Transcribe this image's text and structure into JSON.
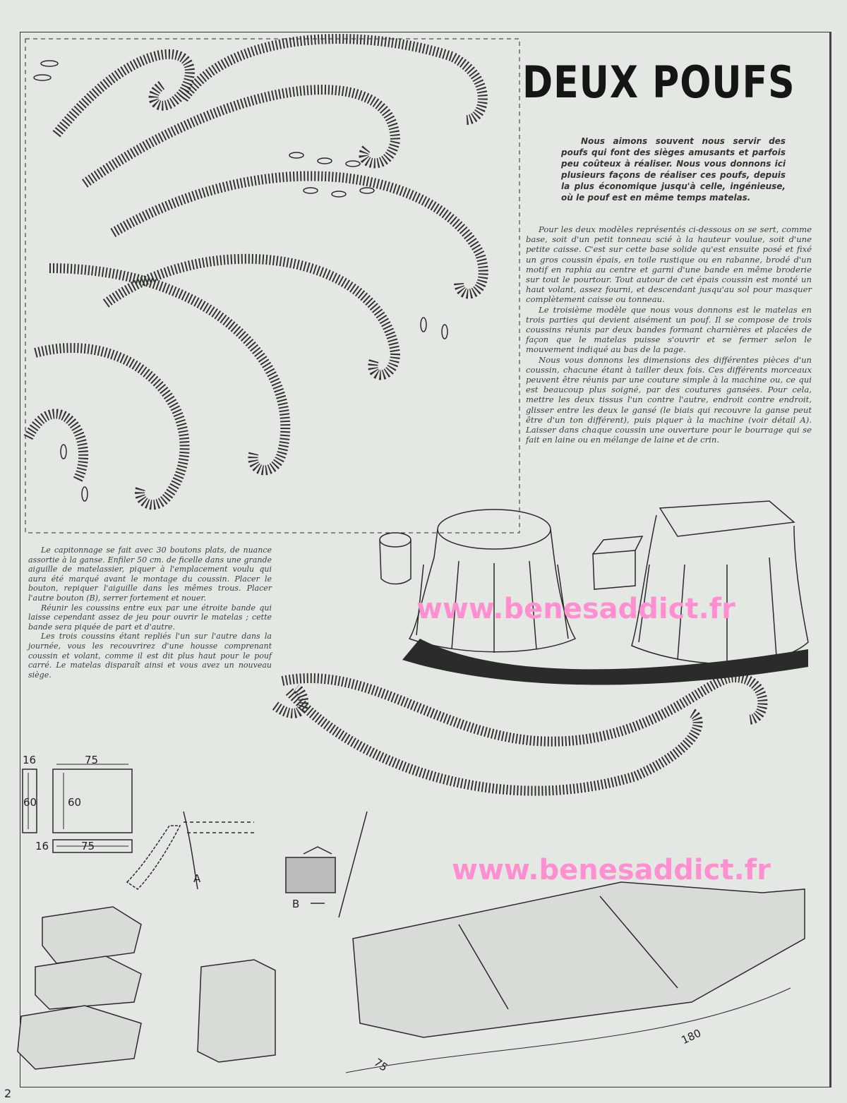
{
  "title": "DEUX POUFS",
  "intro": "Nous aimons souvent nous servir des poufs qui font des sièges amusants et parfois peu coûteux à réaliser. Nous vous donnons ici plusieurs façons de réaliser ces poufs, depuis la plus économique jusqu'à celle, ingénieuse, où le pouf est en même temps matelas.",
  "body": [
    "Pour les deux modèles représentés ci-dessous on se sert, comme base, soit d'un petit tonneau scié à la hauteur voulue, soit d'une petite caisse. C'est sur cette base solide qu'est ensuite posé et fixé un gros coussin épais, en toile rustique ou en rabanne, brodé d'un motif en raphia au centre et garni d'une bande en même broderie sur tout le pourtour. Tout autour de cet épais coussin est monté un haut volant, assez fourni, et descendant jusqu'au sol pour masquer complètement caisse ou tonneau.",
    "Le troisième modèle que nous vous donnons est le matelas en trois parties qui devient aisément un pouf. Il se compose de trois coussins réunis par deux bandes formant charnières et placées de façon que le matelas puisse s'ouvrir et se fermer selon le mouvement indiqué au bas de la page.",
    "Nous vous donnons les dimensions des différentes pièces d'un coussin, chacune étant à tailler deux fois. Ces différents morceaux peuvent être réunis par une couture simple à la machine ou, ce qui est beaucoup plus soigné, par des coutures gansées. Pour cela, mettre les deux tissus l'un contre l'autre, endroit contre endroit, glisser entre les deux le gansé (le biais qui recouvre la ganse peut être d'un ton différent), puis piquer à la machine (voir détail A). Laisser dans chaque coussin une ouverture pour le bourrage qui se fait en laine ou en mélange de laine et de crin."
  ],
  "left_text": [
    "Le capitonnage se fait avec 30 boutons plats, de nuance assortie à la ganse. Enfiler 50 cm. de ficelle dans une grande aiguille de matelassier, piquer à l'emplacement voulu qui aura été marqué avant le montage du coussin. Placer le bouton, repiquer l'aiguille dans les mêmes trous. Placer l'autre bouton (B), serrer fortement et nouer.",
    "Réunir les coussins entre eux par une étroite bande qui laisse cependant assez de jeu pour ouvrir le matelas ; cette bande sera piquée de part et d'autre.",
    "Les trois coussins étant repliés l'un sur l'autre dans la journée, vous les recouvrirez d'une housse comprenant coussin et volant, comme il est dit plus haut pour le pouf carré. Le matelas disparaît ainsi et vous avez un nouveau siège."
  ],
  "diagram": {
    "side_width": "16",
    "top_width": "75",
    "side_height": "60",
    "panel_height": "60",
    "band_width": "16",
    "band_length": "75",
    "detail_a": "A",
    "detail_b": "B",
    "mattress_width": "75",
    "mattress_length": "180"
  },
  "watermark": [
    "www.benesaddict.fr",
    "www.benesaddict.fr"
  ],
  "page_number": "2"
}
